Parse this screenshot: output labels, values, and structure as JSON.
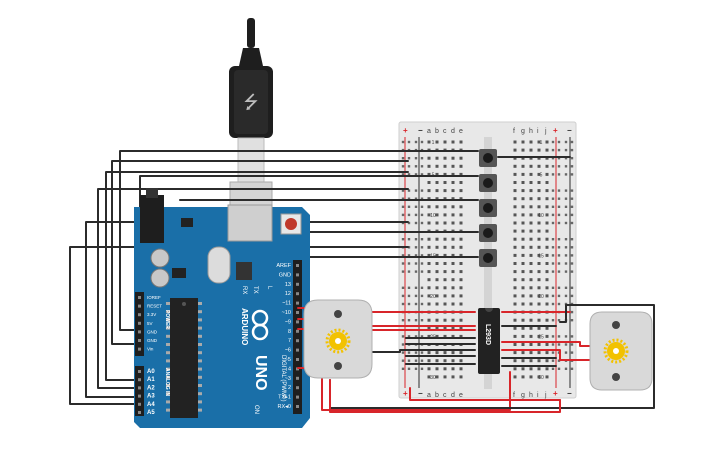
{
  "arduino": {
    "brand": "ARDUINO",
    "model": "UNO",
    "tx_label": "TX",
    "rx_label": "RX",
    "l_label": "L",
    "on_label": "ON",
    "digital_label": "DIGITAL (PWM~)",
    "analog_label": "ANALOG IN",
    "power_label": "POWER",
    "digital_pins": [
      "AREF",
      "GND",
      "13",
      "12",
      "~11",
      "~10",
      "~9",
      "8",
      "7",
      "~6",
      "~5",
      "4",
      "~3",
      "2",
      "TX▸1",
      "RX◂0"
    ],
    "power_pins": [
      "IOREF",
      "RESET",
      "3.3V",
      "5V",
      "GND",
      "GND",
      "Vin"
    ],
    "analog_pins": [
      "A0",
      "A1",
      "A2",
      "A3",
      "A4",
      "A5"
    ]
  },
  "breadboard": {
    "columns_left": [
      "a",
      "b",
      "c",
      "d",
      "e"
    ],
    "columns_right": [
      "f",
      "g",
      "h",
      "i",
      "j"
    ],
    "row_numbers": [
      "1",
      "5",
      "10",
      "15",
      "20",
      "25",
      "30"
    ],
    "plus_symbol": "+",
    "minus_symbol": "−"
  },
  "driver_chip": {
    "label": "L293D"
  },
  "colors": {
    "arduino_board": "#1a6fa8",
    "breadboard": "#e6e6e6",
    "wire_black": "#2b2b2b",
    "wire_red": "#d8252a",
    "motor_body": "#d9d9d9",
    "motor_gear": "#f2c200",
    "chip": "#222222"
  }
}
